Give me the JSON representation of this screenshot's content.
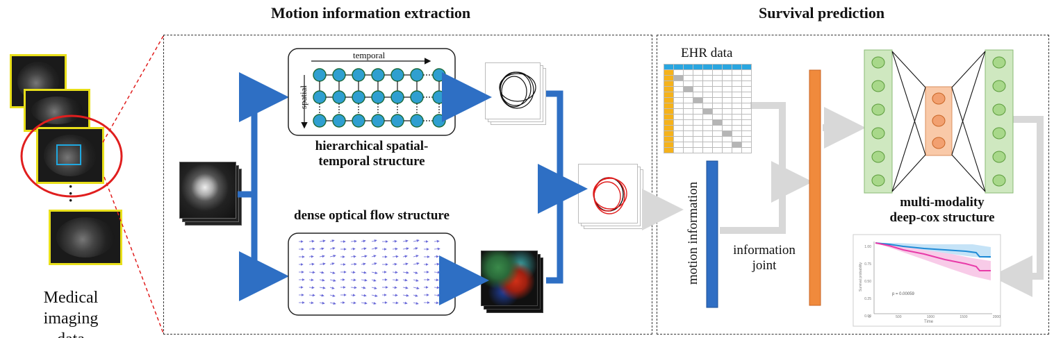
{
  "sections": {
    "motion_title": "Motion information extraction",
    "survival_title": "Survival prediction"
  },
  "left": {
    "label_line1": "Medical",
    "label_line2": "imaging data"
  },
  "motion": {
    "temporal_label": "temporal",
    "spatial_label": "spatial",
    "hier_label_line1": "hierarchical spatial-",
    "hier_label_line2": "temporal structure",
    "flow_label": "dense optical flow structure"
  },
  "survival": {
    "ehr_label": "EHR data",
    "motion_info_label": "motion information",
    "joint_label_line1": "information",
    "joint_label_line2": "joint",
    "cox_label_line1": "multi-modality",
    "cox_label_line2": "deep-cox structure"
  },
  "km_plot": {
    "yticks": [
      "1.00",
      "0.75",
      "0.50",
      "0.25",
      "0.00"
    ],
    "xticks": [
      "0",
      "500",
      "1000",
      "1500",
      "2000"
    ],
    "xlabel": "Time",
    "ylabel": "Survival probability",
    "pvalue": "p = 0.00059"
  },
  "colors": {
    "arrow_blue": "#2e6fc4",
    "node_fill": "#2f9fd0",
    "node_stroke": "#1d6a3a",
    "frame_yellow": "#e8df1a",
    "highlight_red": "#e01e1e",
    "orange_bar": "#f08a3c",
    "blue_bar": "#2f6ec4",
    "cox_green": "#cfe8c0",
    "cox_orange": "#f9c9a8",
    "km_blue": "#1e8ad6",
    "km_pink": "#e83aa8",
    "grey_arrow": "#d8d8d8"
  }
}
